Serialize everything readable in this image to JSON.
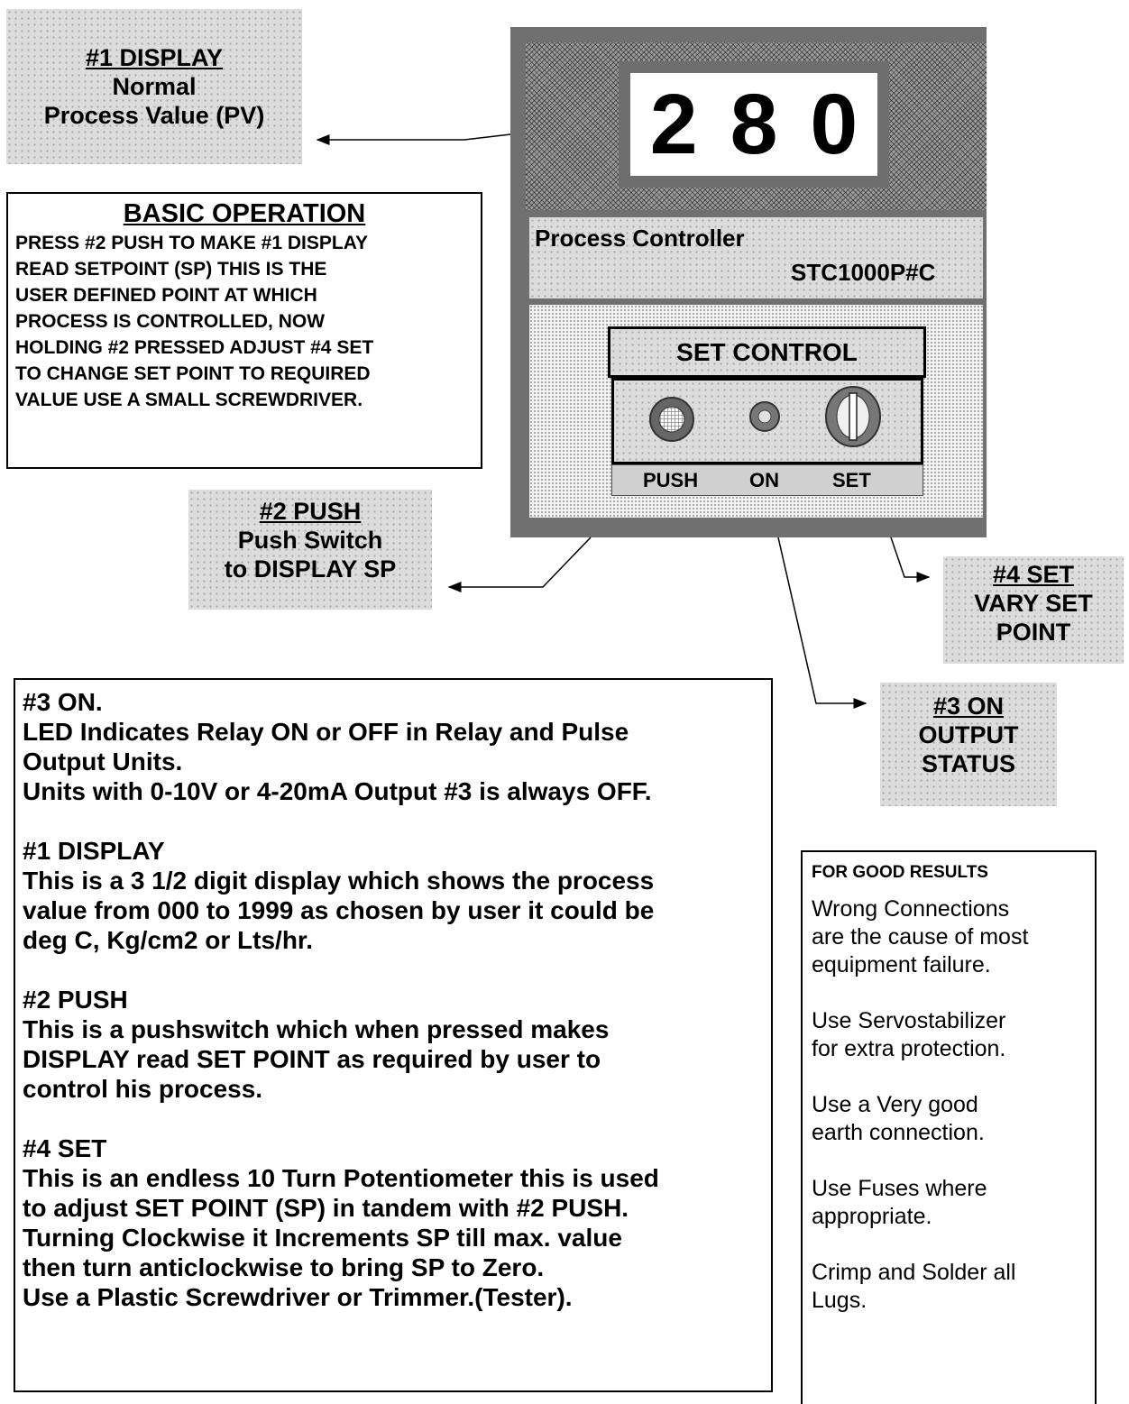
{
  "display_label": {
    "title": "#1 DISPLAY",
    "line1": "Normal",
    "line2": "Process  Value  (PV)"
  },
  "basic_operation": {
    "heading": "BASIC OPERATION",
    "lines": [
      "PRESS #2 PUSH TO MAKE #1 DISPLAY",
      "READ SETPOINT (SP) THIS IS THE",
      "USER DEFINED POINT AT WHICH",
      "PROCESS IS CONTROLLED, NOW",
      "HOLDING #2 PRESSED ADJUST #4 SET",
      "TO CHANGE SET POINT TO REQUIRED",
      "VALUE  USE A SMALL SCREWDRIVER."
    ]
  },
  "controller": {
    "digits": [
      "2",
      "8",
      "0"
    ],
    "name": "Process Controller",
    "model": "STC1000P#C",
    "set_control": "SET CONTROL",
    "knob_labels": [
      "PUSH",
      "ON",
      "SET"
    ]
  },
  "push_label": {
    "title": "#2 PUSH",
    "line1": "Push Switch",
    "line2": "to DISPLAY SP"
  },
  "set_label": {
    "title": "#4 SET",
    "line1": "VARY SET",
    "line2": "POINT"
  },
  "on_label": {
    "title": "#3 ON",
    "line1": "OUTPUT",
    "line2": "STATUS"
  },
  "description": {
    "s1": [
      "#3 ON.",
      "LED Indicates Relay ON or OFF in Relay and Pulse",
      "Output Units.",
      "Units with 0-10V or 4-20mA Output #3 is always OFF."
    ],
    "s2": [
      "#1 DISPLAY",
      "This is a 3 1/2 digit display which shows the process",
      "value from 000 to 1999 as chosen by user it could be",
      "deg C, Kg/cm2 or Lts/hr."
    ],
    "s3": [
      "#2 PUSH",
      "This is a pushswitch which when pressed makes",
      "DISPLAY read SET POINT as required by user to",
      "control his process."
    ],
    "s4": [
      "#4 SET",
      "This is an endless 10 Turn Potentiometer this is used",
      "to adjust SET POINT (SP) in tandem with #2 PUSH.",
      "Turning Clockwise it Increments SP till max. value",
      "then turn anticlockwise to bring SP to Zero.",
      "Use a Plastic Screwdriver or Trimmer.(Tester)."
    ]
  },
  "good_results": {
    "heading": "FOR GOOD RESULTS",
    "items": [
      [
        "Wrong Connections",
        "are the cause of most",
        "equipment failure."
      ],
      [
        "Use Servostabilizer",
        "for extra protection."
      ],
      [
        "Use a Very good",
        "earth connection."
      ],
      [
        "Use Fuses where",
        "appropriate."
      ],
      [
        "Crimp and Solder all",
        "Lugs."
      ]
    ]
  }
}
